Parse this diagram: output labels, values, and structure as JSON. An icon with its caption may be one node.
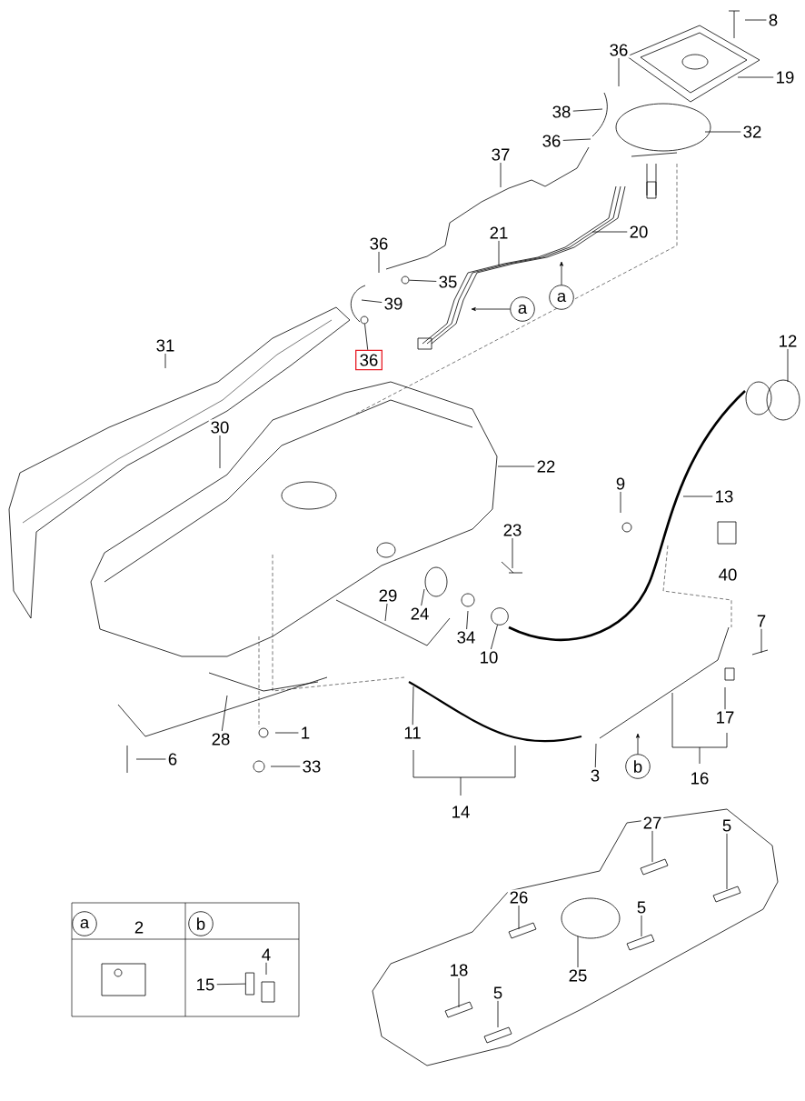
{
  "diagram": {
    "nodes": [
      {
        "text": [
          "36"
        ]
      },
      {
        "text": [
          "8"
        ]
      },
      {
        "text": [
          "19"
        ]
      },
      {
        "text": [
          "38"
        ]
      },
      {
        "text": [
          "36"
        ]
      },
      {
        "text": [
          "32"
        ]
      },
      {
        "text": [
          "37"
        ]
      },
      {
        "text": [
          "21"
        ]
      },
      {
        "text": [
          "20"
        ]
      },
      {
        "text": [
          "36"
        ]
      },
      {
        "text": [
          "35"
        ]
      },
      {
        "text": [
          "a"
        ]
      },
      {
        "text": [
          "a"
        ]
      },
      {
        "text": [
          "39"
        ]
      },
      {
        "text": [
          "36"
        ]
      },
      {
        "text": [
          "31"
        ]
      },
      {
        "text": [
          "30"
        ]
      },
      {
        "text": [
          "12"
        ]
      },
      {
        "text": [
          "22"
        ]
      },
      {
        "text": [
          "9"
        ]
      },
      {
        "text": [
          "13"
        ]
      },
      {
        "text": [
          "23"
        ]
      },
      {
        "text": [
          "29"
        ]
      },
      {
        "text": [
          "24"
        ]
      },
      {
        "text": [
          "34"
        ]
      },
      {
        "text": [
          "10"
        ]
      },
      {
        "text": [
          "7"
        ]
      },
      {
        "text": [
          "28"
        ]
      },
      {
        "text": [
          "1"
        ]
      },
      {
        "text": [
          "11"
        ]
      },
      {
        "text": [
          "17"
        ]
      },
      {
        "text": [
          "6"
        ]
      },
      {
        "text": [
          "3"
        ]
      },
      {
        "text": [
          "b"
        ]
      },
      {
        "text": [
          "33"
        ]
      },
      {
        "text": [
          "27"
        ]
      },
      {
        "text": [
          "5"
        ]
      },
      {
        "text": [
          "26"
        ]
      },
      {
        "text": [
          "5"
        ]
      },
      {
        "text": [
          "25"
        ]
      },
      {
        "text": [
          "18"
        ]
      },
      {
        "text": [
          "5"
        ]
      },
      {
        "text": [
          "15"
        ]
      },
      {
        "text": [
          "4"
        ]
      },
      {
        "text": [],
        "shape": "circle"
      },
      {
        "text": [],
        "shape": "circle"
      },
      {
        "text": [],
        "shape": "circle"
      },
      {
        "text": [],
        "shape": "box"
      }
    ],
    "edges": [
      {
        "from": 0,
        "to": null,
        "arrow": "none"
      },
      {
        "from": 1,
        "to": null,
        "arrow": "none"
      },
      {
        "from": 2,
        "to": null,
        "arrow": "none"
      },
      {
        "from": 3,
        "to": null,
        "arrow": "none"
      },
      {
        "from": 4,
        "to": null,
        "arrow": "none"
      },
      {
        "from": 5,
        "to": null,
        "arrow": "none"
      },
      {
        "from": 6,
        "to": null,
        "arrow": "none"
      },
      {
        "from": 7,
        "to": null,
        "arrow": "none"
      },
      {
        "from": 8,
        "to": null,
        "arrow": "none"
      },
      {
        "from": 9,
        "to": null,
        "arrow": "none"
      },
      {
        "from": 10,
        "to": 44,
        "arrow": "none"
      },
      {
        "from": 11,
        "to": null,
        "arrow": "to"
      },
      {
        "from": 12,
        "to": null,
        "arrow": "to"
      },
      {
        "from": 13,
        "to": null,
        "arrow": "none"
      },
      {
        "from": 14,
        "to": 45,
        "arrow": "none"
      },
      {
        "from": 15,
        "to": null,
        "arrow": "none"
      },
      {
        "from": 16,
        "to": null,
        "arrow": "none"
      },
      {
        "from": 17,
        "to": null,
        "arrow": "none"
      },
      {
        "from": 18,
        "to": null,
        "arrow": "none"
      },
      {
        "from": 19,
        "to": null,
        "arrow": "none"
      },
      {
        "from": 20,
        "to": null,
        "arrow": "none"
      },
      {
        "from": 21,
        "to": null,
        "arrow": "none"
      },
      {
        "from": 22,
        "to": null,
        "arrow": "none"
      },
      {
        "from": 23,
        "to": null,
        "arrow": "none"
      },
      {
        "from": 24,
        "to": null,
        "arrow": "none"
      },
      {
        "from": 25,
        "to": 46,
        "arrow": "none"
      },
      {
        "from": 26,
        "to": null,
        "arrow": "none"
      },
      {
        "from": 27,
        "to": null,
        "arrow": "none"
      },
      {
        "from": 28,
        "to": null,
        "arrow": "none"
      },
      {
        "from": 29,
        "to": null,
        "arrow": "none"
      },
      {
        "from": 30,
        "to": null,
        "arrow": "none"
      },
      {
        "from": 31,
        "to": null,
        "arrow": "none"
      },
      {
        "from": 32,
        "to": null,
        "arrow": "none"
      },
      {
        "from": 33,
        "to": null,
        "arrow": "to"
      },
      {
        "from": 34,
        "to": null,
        "arrow": "none"
      },
      {
        "from": 35,
        "to": null,
        "arrow": "none"
      },
      {
        "from": 36,
        "to": null,
        "arrow": "none"
      },
      {
        "from": 37,
        "to": null,
        "arrow": "none"
      },
      {
        "from": 38,
        "to": null,
        "arrow": "none"
      },
      {
        "from": 39,
        "to": null,
        "arrow": "none"
      },
      {
        "from": 40,
        "to": null,
        "arrow": "none"
      },
      {
        "from": 41,
        "to": null,
        "arrow": "none"
      },
      {
        "from": 42,
        "to": 47,
        "arrow": "none"
      },
      {
        "from": 43,
        "to": null,
        "arrow": "none"
      }
    ],
    "labels": [
      "40",
      "14",
      "16",
      "a",
      "2",
      "b"
    ]
  }
}
